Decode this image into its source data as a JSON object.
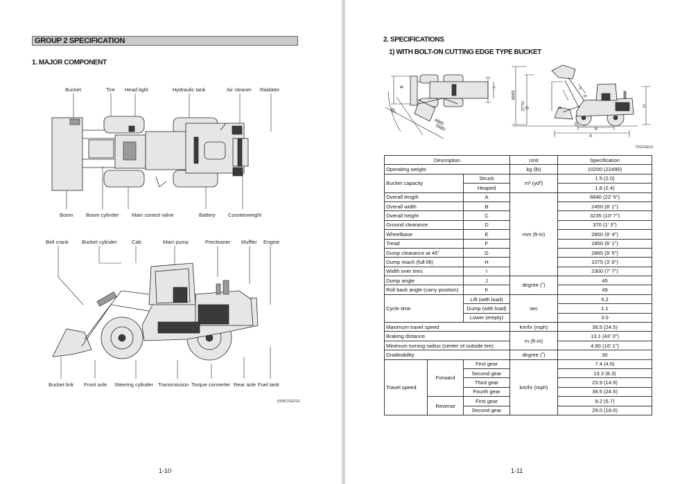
{
  "left_page": {
    "group_title": "GROUP 2 SPECIFICATION",
    "section_title": "1. MAJOR COMPONENT",
    "top_labels": {
      "bucket": "Bucket",
      "tire": "Tire",
      "head_light": "Head light",
      "hydraulic_tank": "Hydraulic tank",
      "air_cleaner": "Air cleaner",
      "radiator": "Raidator",
      "boom": "Boom",
      "boom_cylinder": "Boom cylinder",
      "main_control_valve": "Main control valve",
      "battery": "Battery",
      "counterweight": "Counterweight"
    },
    "side_labels": {
      "bell_crank": "Bell crank",
      "bucket_cylinder": "Bucket cylinder",
      "cab": "Cab",
      "main_pump": "Main pump",
      "precleaner": "Precleaner",
      "muffler": "Muffler",
      "engine": "Engine",
      "bucket_link": "Bucket link",
      "front_axle": "Front axle",
      "steering_cylinder": "Steering cylinder",
      "transmission": "Transmission",
      "torque_converter": "Torque converter",
      "rear_axle": "Rear axle",
      "fuel_tank": "Fuel tank"
    },
    "figure_code": "830K2SE01E",
    "page_number": "1-10"
  },
  "right_page": {
    "section_title": "2. SPECIFICATIONS",
    "subsection_title": "1) WITH BOLT-ON CUTTING EDGE TYPE BUCKET",
    "figure_dims": {
      "d4885": "4885",
      "d5680": "5680",
      "d45": "45°",
      "d3770": "3770",
      "d4865": "4865",
      "B": "B",
      "F": "F",
      "I": "I",
      "J": "J",
      "H": "H",
      "K": "K",
      "G": "G",
      "C": "C",
      "D": "D",
      "E": "E",
      "A": "A"
    },
    "figure_code": "73S2SE03",
    "table": {
      "headers": {
        "description": "Description",
        "unit": "Unit",
        "specification": "Specification"
      },
      "operating_weight": {
        "desc": "Operating weight",
        "unit": "kg (lb)",
        "value": "10200 (22490)"
      },
      "bucket_capacity": {
        "desc": "Bucket capacity",
        "unit": "m³ (yd³)",
        "struck_label": "Struck",
        "struck_value": "1.5 (2.0)",
        "heaped_label": "Heaped",
        "heaped_value": "1.8 (2.4)"
      },
      "dimension_unit": "mm (ft-in)",
      "dimensions": [
        {
          "desc": "Overall length",
          "code": "A",
          "value": "6840 (22' 5\")"
        },
        {
          "desc": "Overall width",
          "code": "B",
          "value": "2450 (8' 1\")"
        },
        {
          "desc": "Overall height",
          "code": "C",
          "value": "3235 (10' 7\")"
        },
        {
          "desc": "Ground clearance",
          "code": "D",
          "value": "370 (1' 3\")"
        },
        {
          "desc": "Wheelbase",
          "code": "E",
          "value": "2850 (9' 4\")"
        },
        {
          "desc": "Tread",
          "code": "F",
          "value": "1850 (6' 1\")"
        },
        {
          "desc": "Dump clearance at 45˚",
          "code": "G",
          "value": "2865 (9' 5\")"
        },
        {
          "desc": "Dump reach (full lift)",
          "code": "H",
          "value": "1075 (3' 6\")"
        },
        {
          "desc": "Width over tires",
          "code": "I",
          "value": "2300 (7' 7\")"
        }
      ],
      "angle_unit": "degree (˚)",
      "dump_angle": {
        "desc": "Dump angle",
        "code": "J",
        "value": "45"
      },
      "rollback": {
        "desc": "Roll back angle (carry position)",
        "code": "K",
        "value": "49"
      },
      "cycle_time": {
        "desc": "Cycle time",
        "unit": "sec",
        "rows": [
          {
            "label": "Lift (with load)",
            "value": "5.2"
          },
          {
            "label": "Dump (with load)",
            "value": "1.1"
          },
          {
            "label": "Lower (empty)",
            "value": "3.0"
          }
        ]
      },
      "max_speed": {
        "desc": "Maximum travel speed",
        "unit": "km/hr (mph)",
        "value": "39.5 (24.5)"
      },
      "braking": {
        "desc": "Braking distance",
        "value": "13.1 (43' 0\")"
      },
      "turning": {
        "desc": "Minimum turning radius (center of outside tire)",
        "value": "4.90 (16' 1\")"
      },
      "distance_unit": "m (ft-in)",
      "gradeability": {
        "desc": "Gradeability",
        "unit": "degree (˚)",
        "value": "30"
      },
      "travel_speed": {
        "desc": "Travel speed",
        "unit": "km/hr (mph)",
        "forward_label": "Forward",
        "forward": [
          {
            "gear": "First gear",
            "value": "7.4 (4.6)"
          },
          {
            "gear": "Second gear",
            "value": "13.3 (8.3)"
          },
          {
            "gear": "Third gear",
            "value": "23.9 (14.9)"
          },
          {
            "gear": "Fourth gear",
            "value": "39.5 (24.5)"
          }
        ],
        "reverse_label": "Reverse",
        "reverse": [
          {
            "gear": "First gear",
            "value": "9.2 (5.7)"
          },
          {
            "gear": "Second gear",
            "value": "29.0 (18.0)"
          }
        ]
      }
    },
    "page_number": "1-11"
  }
}
